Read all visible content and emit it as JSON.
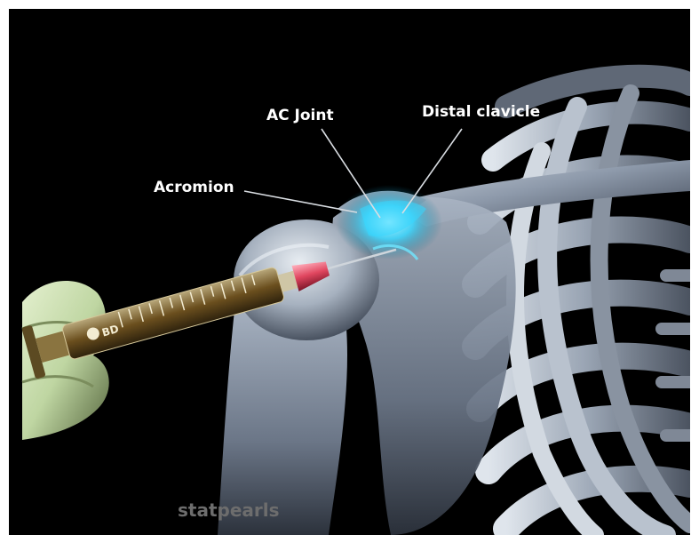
{
  "labels": {
    "ac_joint": "AC Joint",
    "distal_clavicle": "Distal clavicle",
    "acromion": "Acromion"
  },
  "watermark": "statpearls",
  "syringe_brand": "BD",
  "colors": {
    "background": "#000000",
    "bone": "#8f9db0",
    "joint_glow": "#37d7ff",
    "syringe_barrel": "#6b4f1e",
    "needle_hub": "#e0465f",
    "glove": "#bfd6a2",
    "label_text": "#ffffff",
    "watermark_text": "#6d6d6d"
  }
}
